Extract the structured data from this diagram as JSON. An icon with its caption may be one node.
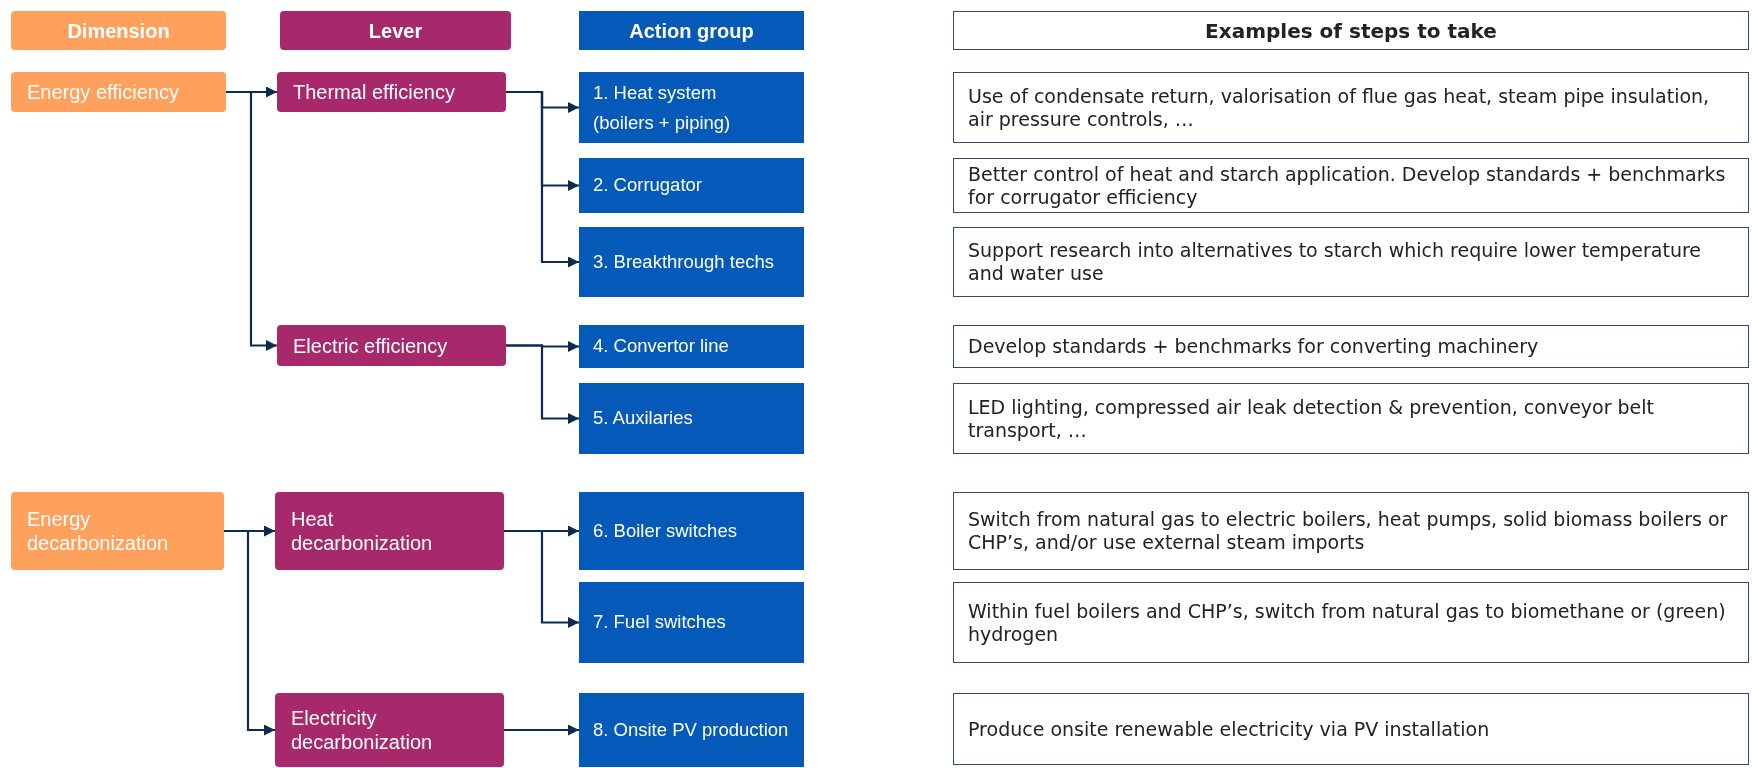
{
  "diagram": {
    "nodes": [
      {
        "text": [
          "Dimension"
        ]
      },
      {
        "text": [
          "Lever"
        ]
      },
      {
        "text": [
          "Action group"
        ]
      },
      {
        "text": [
          "Examples of steps to take"
        ]
      },
      {
        "text": [
          "Energy efficiency"
        ]
      },
      {
        "text": [
          "Thermal efficiency"
        ]
      },
      {
        "text": [
          "1. Heat system (boilers + piping)"
        ]
      },
      {
        "text": [
          "Use of condensate return, valorisation of flue gas heat, steam pipe insulation, air pressure controls, …"
        ]
      },
      {
        "text": [
          "2. Corrugator"
        ]
      },
      {
        "text": [
          "Better control of heat and starch application. Develop standards + benchmarks for corrugator efficiency"
        ]
      },
      {
        "text": [
          "3. Breakthrough techs"
        ]
      },
      {
        "text": [
          "Support research into alternatives to starch which require lower temperature and water use"
        ]
      },
      {
        "text": [
          "Electric efficiency"
        ]
      },
      {
        "text": [
          "4. Convertor line"
        ]
      },
      {
        "text": [
          "Develop standards + benchmarks for converting machinery"
        ]
      },
      {
        "text": [
          "5. Auxilaries"
        ]
      },
      {
        "text": [
          "LED lighting, compressed air leak detection & prevention, conveyor belt transport, …"
        ]
      },
      {
        "text": [
          "Energy decarbonization"
        ]
      },
      {
        "text": [
          "Heat decarbonization"
        ]
      },
      {
        "text": [
          "6. Boiler switches"
        ]
      },
      {
        "text": [
          "Switch from natural gas to electric boilers, heat pumps, solid biomass boilers or CHP’s, and/or use external steam imports"
        ]
      },
      {
        "text": [
          "7. Fuel switches"
        ]
      },
      {
        "text": [
          "Within fuel boilers and CHP’s, switch from natural gas to biomethane or (green) hydrogen"
        ]
      },
      {
        "text": [
          "Electricity decarbonization"
        ]
      },
      {
        "text": [
          "8. Onsite PV production"
        ]
      },
      {
        "text": [
          "Produce onsite renewable electricity via PV installation"
        ]
      }
    ],
    "edges": [
      {
        "from": 4,
        "to": 5,
        "arrow": "to"
      },
      {
        "from": 4,
        "to": 12,
        "arrow": "to"
      },
      {
        "from": 5,
        "to": 6,
        "arrow": "to"
      },
      {
        "from": 5,
        "to": 8,
        "arrow": "to"
      },
      {
        "from": 5,
        "to": 10,
        "arrow": "to"
      },
      {
        "from": 12,
        "to": 13,
        "arrow": "to"
      },
      {
        "from": 12,
        "to": 15,
        "arrow": "to"
      },
      {
        "from": 17,
        "to": 18,
        "arrow": "to"
      },
      {
        "from": 17,
        "to": 23,
        "arrow": "to"
      },
      {
        "from": 18,
        "to": 19,
        "arrow": "to"
      },
      {
        "from": 18,
        "to": 21,
        "arrow": "to"
      },
      {
        "from": 23,
        "to": 24,
        "arrow": "to"
      }
    ]
  }
}
